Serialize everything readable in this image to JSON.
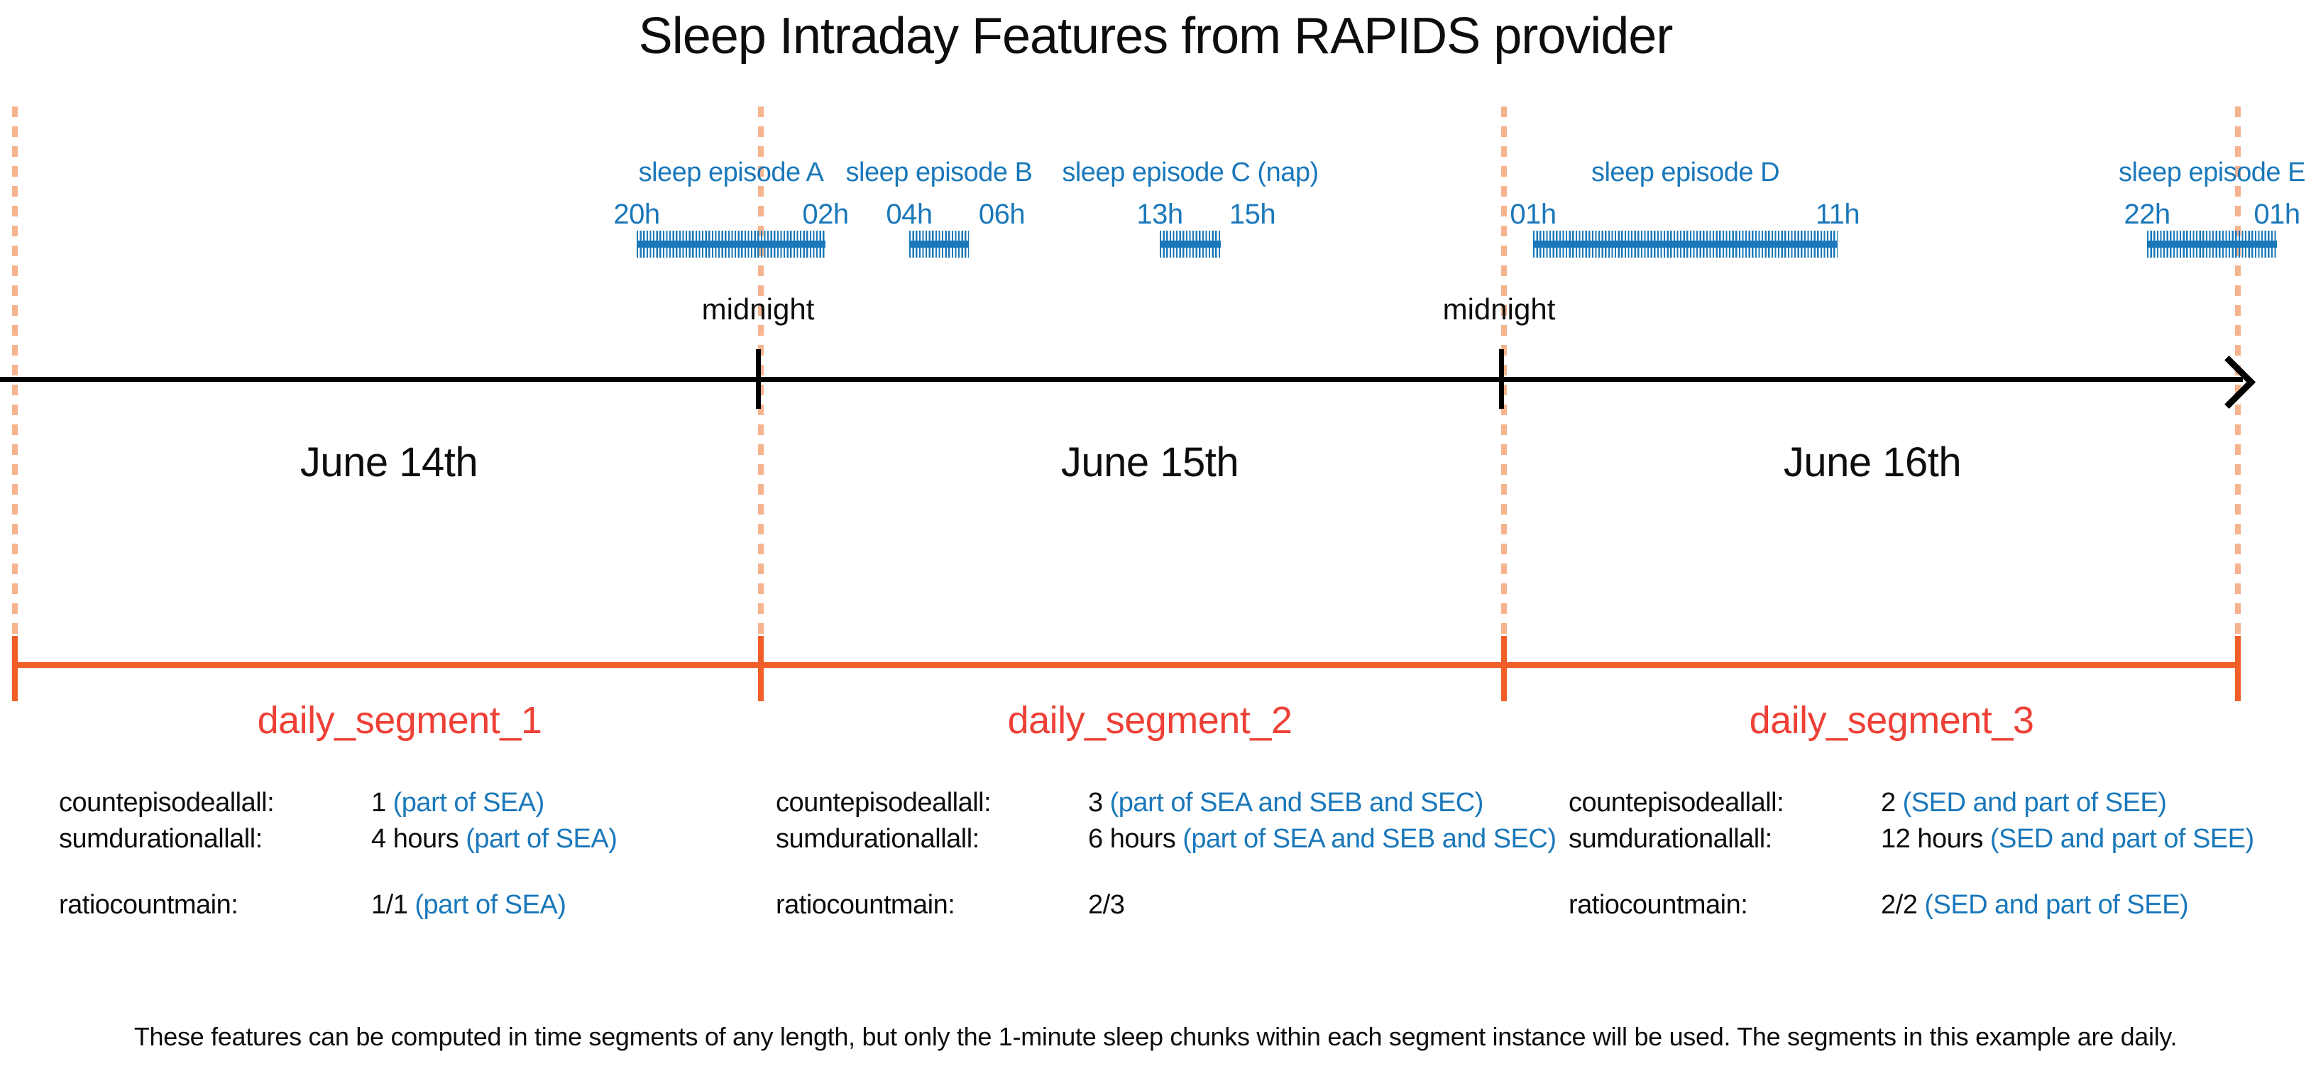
{
  "title": "Sleep Intraday Features from RAPIDS provider",
  "colors": {
    "blue": "#1a78ba",
    "peach": "#f6b48e",
    "orange": "#f15e27",
    "red": "#ee4036"
  },
  "episodes": [
    {
      "label": "sleep episode A",
      "start": "20h",
      "end": "02h"
    },
    {
      "label": "sleep episode B",
      "start": "04h",
      "end": "06h"
    },
    {
      "label": "sleep episode C (nap)",
      "start": "13h",
      "end": "15h"
    },
    {
      "label": "sleep episode D",
      "start": "01h",
      "end": "11h"
    },
    {
      "label": "sleep episode E",
      "start": "22h",
      "end": "01h"
    }
  ],
  "timeline": {
    "midnight_labels": [
      "midnight",
      "midnight"
    ],
    "dates": [
      "June 14th",
      "June 15th",
      "June 16th"
    ]
  },
  "segments": [
    {
      "name": "daily_segment_1",
      "features": [
        {
          "label": "countepisodeallall:",
          "value": "1",
          "note": "(part of SEA)"
        },
        {
          "label": "sumdurationallall:",
          "value": "4 hours",
          "note": "(part of SEA)"
        },
        {
          "label": "ratiocountmain:",
          "value": "1/1",
          "note": "(part of SEA)"
        }
      ]
    },
    {
      "name": "daily_segment_2",
      "features": [
        {
          "label": "countepisodeallall:",
          "value": "3",
          "note": "(part of SEA and SEB and SEC)"
        },
        {
          "label": "sumdurationallall:",
          "value": "6 hours",
          "note": "(part of SEA and SEB and SEC)"
        },
        {
          "label": "ratiocountmain:",
          "value": "2/3",
          "note": ""
        }
      ]
    },
    {
      "name": "daily_segment_3",
      "features": [
        {
          "label": "countepisodeallall:",
          "value": "2",
          "note": "(SED and part of SEE)"
        },
        {
          "label": "sumdurationallall:",
          "value": "12 hours",
          "note": "(SED and part of SEE)"
        },
        {
          "label": "ratiocountmain:",
          "value": "2/2",
          "note": "(SED and part of SEE)"
        }
      ]
    }
  ],
  "caption": "These features can be computed in time segments of any length, but only the 1-minute sleep chunks within each segment instance will be used. The segments in this example are daily."
}
